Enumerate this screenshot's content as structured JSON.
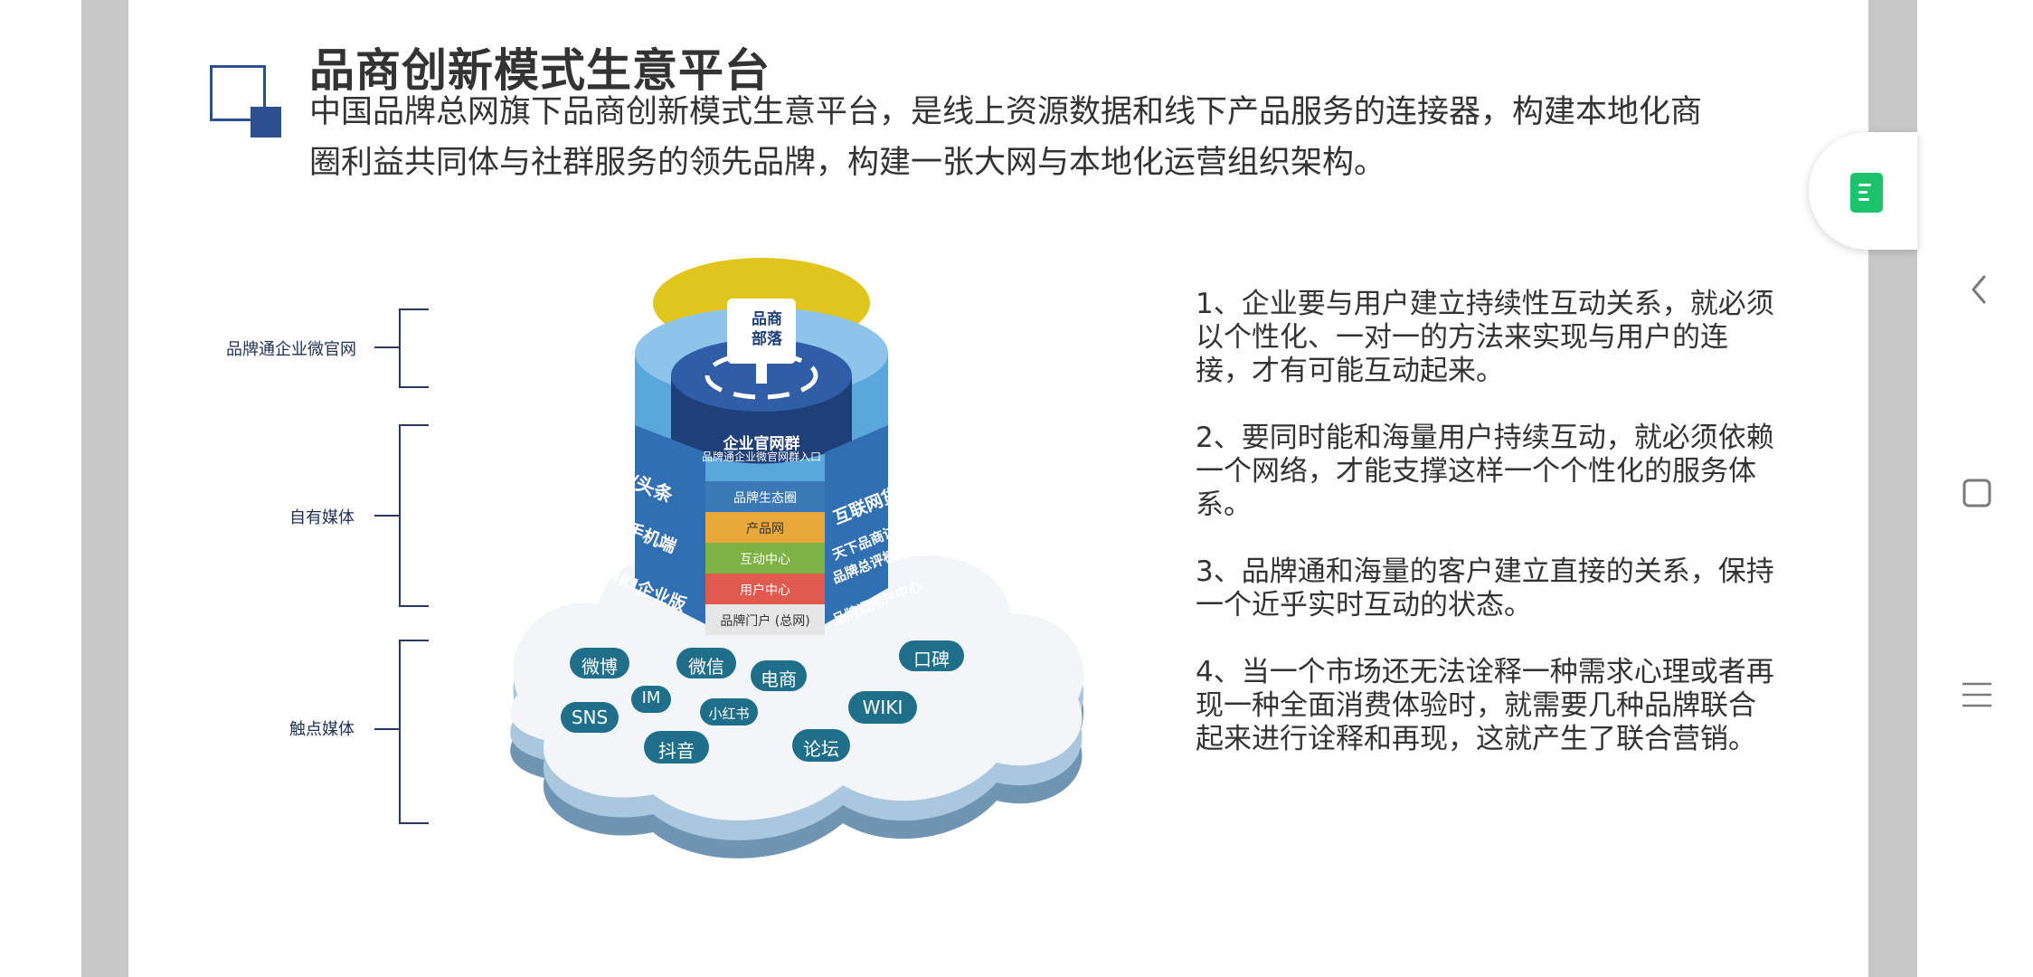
{
  "header": {
    "title": "品商创新模式生意平台",
    "subtitle": "中国品牌总网旗下品商创新模式生意平台，是线上资源数据和线下产品服务的连接器，构建本地化商圈利益共同体与社群服务的领先品牌，构建一张大网与本地化运营组织架构。"
  },
  "brackets": [
    {
      "label": "品牌通企业微官网"
    },
    {
      "label": "自有媒体"
    },
    {
      "label": "触点媒体"
    }
  ],
  "diagram": {
    "top_tag": [
      "品商",
      "部落"
    ],
    "core_title": "企业官网群",
    "core_subtitle": "品牌通企业微官网群入口",
    "left_side": [
      "微博/头条",
      "微信手机端",
      "WIKI企业版"
    ],
    "center_layers": [
      "品牌生态圈",
      "产品网",
      "互动中心",
      "用户中心",
      "品牌门户 (总网)"
    ],
    "right_side": [
      "互联网货币",
      "天下品商访谈",
      "品牌总评榜",
      "品牌通用户中心"
    ],
    "cloud_tags": [
      "微博",
      "微信",
      "电商",
      "口碑",
      "IM",
      "SNS",
      "小红书",
      "WIKI",
      "抖音",
      "论坛"
    ],
    "colors": {
      "dark_blue": "#1f3f78",
      "light_blue": "#5aa7dc",
      "yellow": "#e0c51c",
      "orange": "#e8a83a",
      "green": "#7cb342",
      "red": "#e05a4e",
      "teal": "#1f6f8a"
    }
  },
  "points": [
    "1、企业要与用户建立持续性互动关系，就必须以个性化、一对一的方法来实现与用户的连接，才有可能互动起来。",
    "2、要同时能和海量用户持续互动，就必须依赖一个网络，才能支撑这样一个个性化的服务体系。",
    "3、品牌通和海量的客户建立直接的关系，保持一个近乎实时互动的状态。",
    "4、当一个市场还无法诠释一种需求心理或者再现一种全面消费体验时，就需要几种品牌联合起来进行诠释和再现，这就产生了联合营销。"
  ],
  "floating_button": {
    "icon": "document-icon",
    "color": "#1bc46a"
  },
  "nav": {
    "back": "chevron-left-icon",
    "home": "square-icon",
    "menu": "menu-icon"
  }
}
